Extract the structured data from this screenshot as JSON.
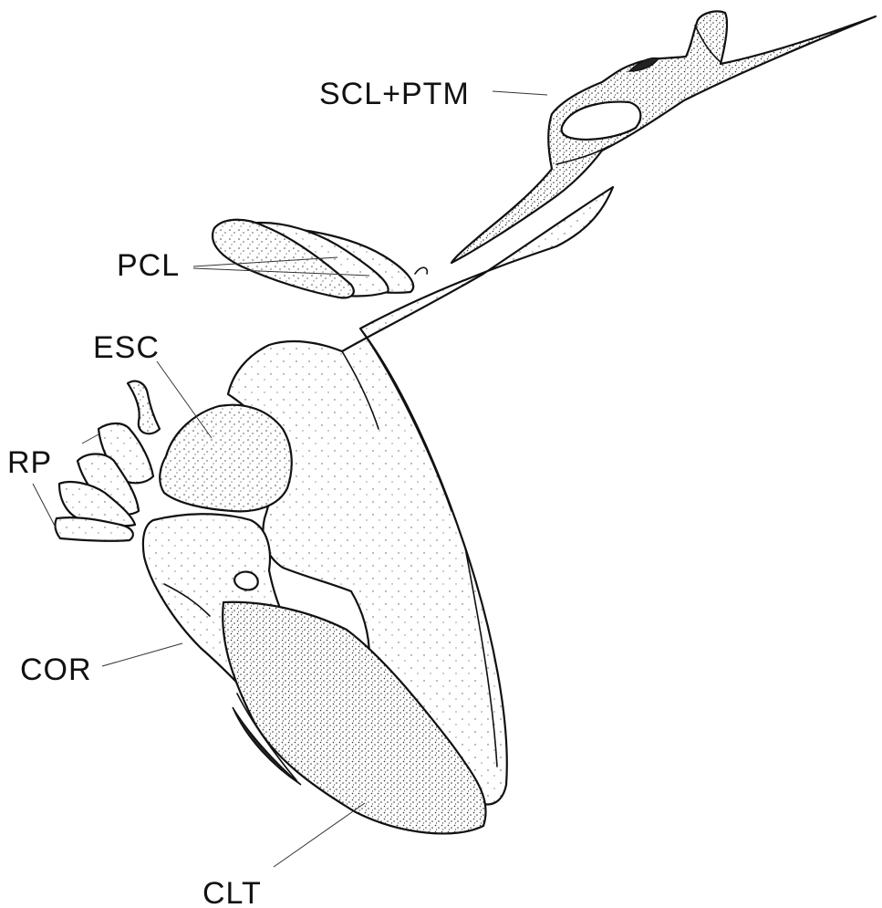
{
  "labels": {
    "scl_ptm": "SCL+PTM",
    "pcl": "PCL",
    "esc": "ESC",
    "rp": "RP",
    "cor": "COR",
    "clt": "CLT"
  }
}
